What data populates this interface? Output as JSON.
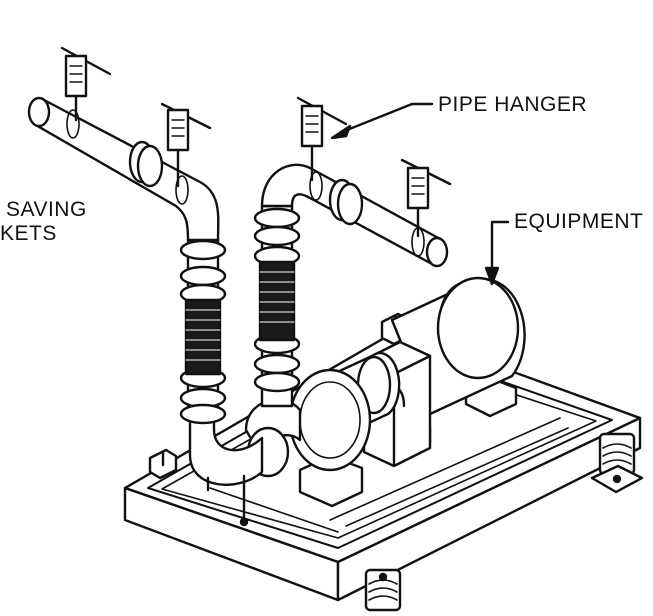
{
  "labels": {
    "pipe_hanger": "PIPE HANGER",
    "equipment": "EQUIPMENT",
    "space_saving_line1": "SAVING",
    "space_saving_line2": "KETS"
  },
  "colors": {
    "ink": "#111111",
    "paper": "#ffffff",
    "dark_fill": "#1a1a1a"
  }
}
